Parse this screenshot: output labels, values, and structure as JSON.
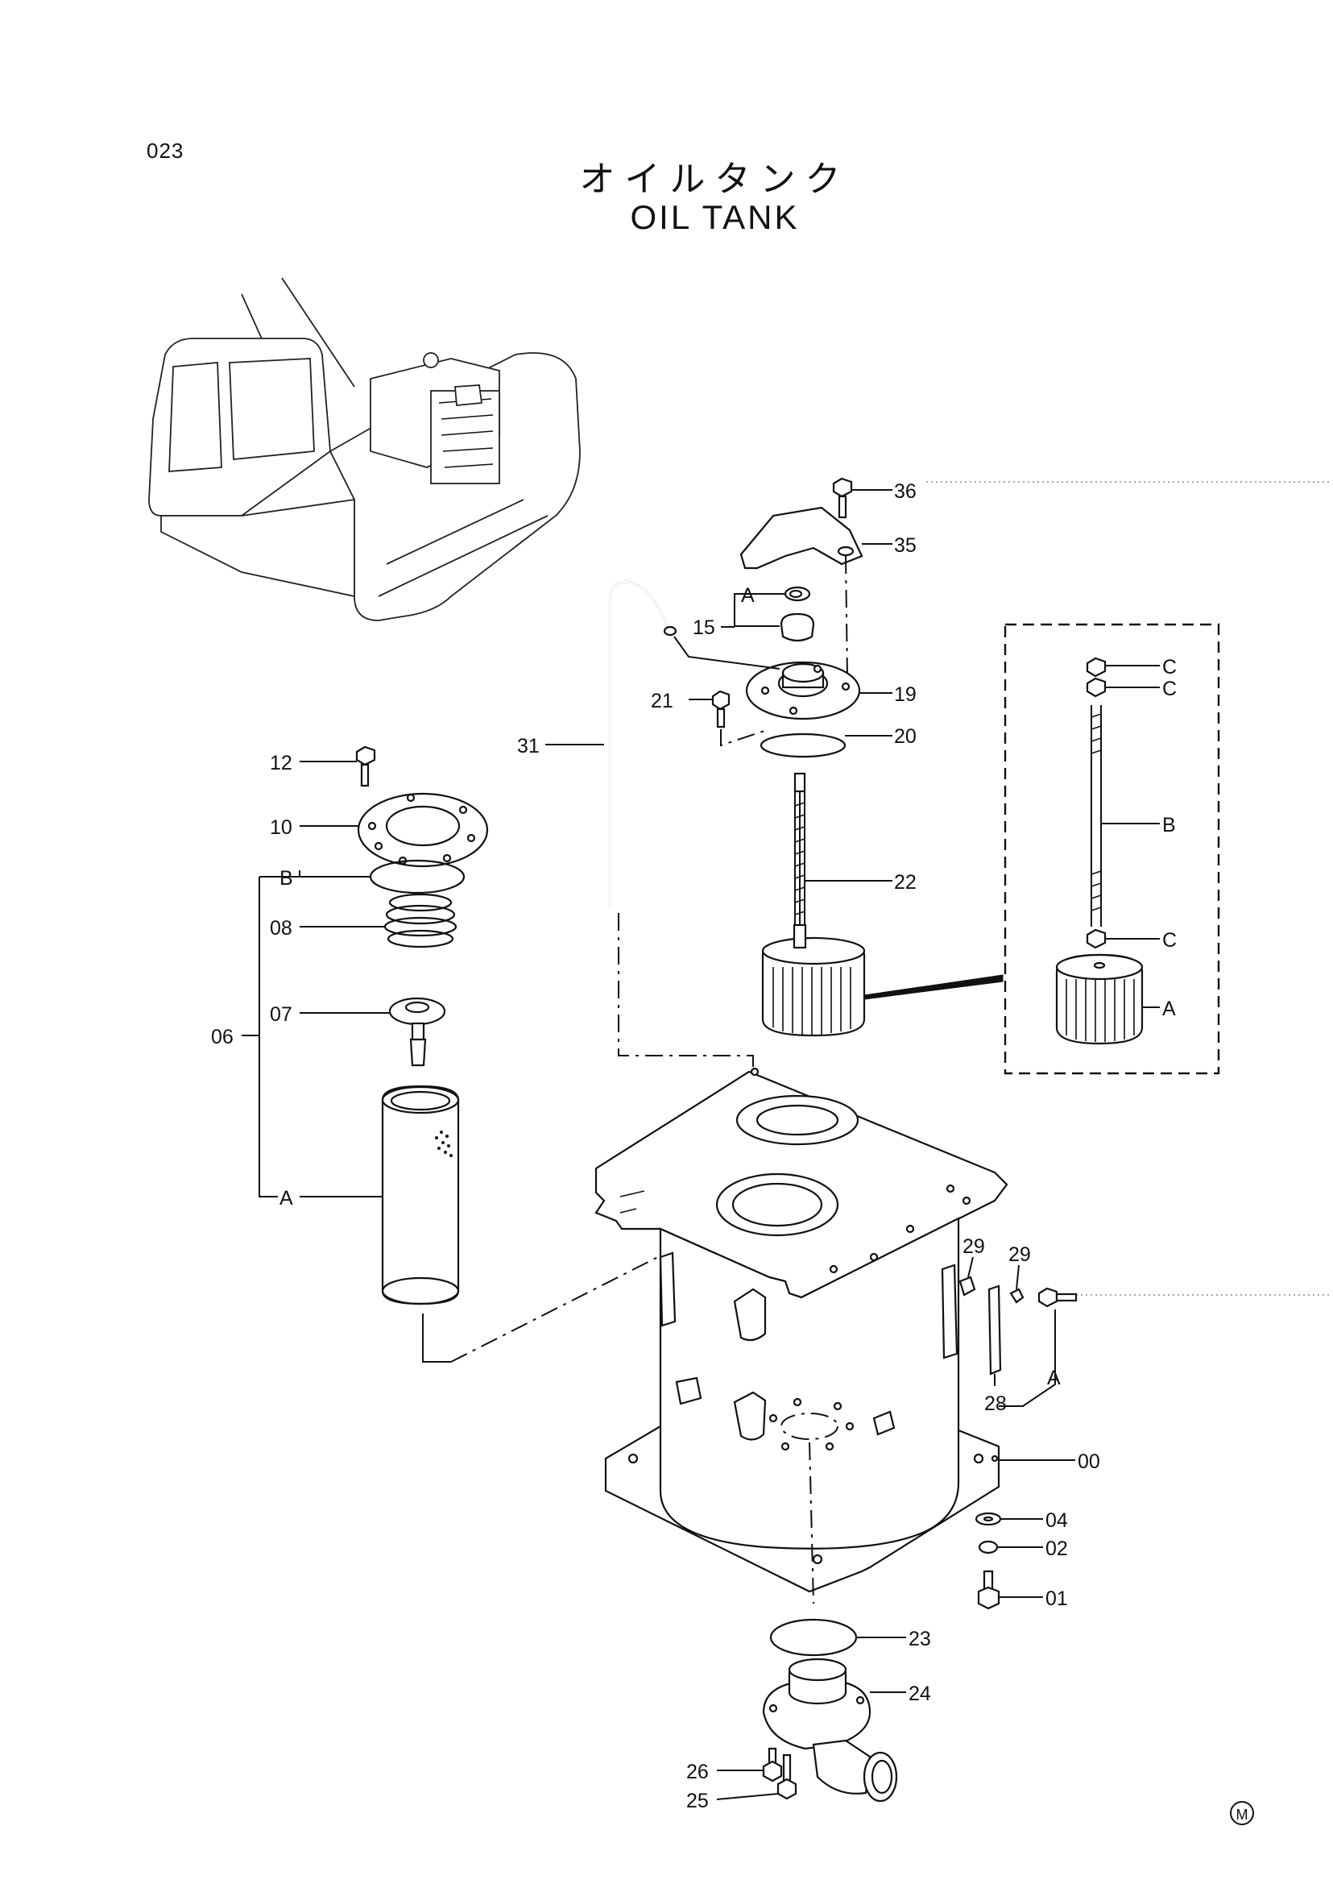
{
  "page": {
    "number": "023"
  },
  "title": {
    "japanese": "オイルタンク",
    "english": "OIL TANK"
  },
  "callouts": {
    "c36": "36",
    "c35": "35",
    "c15": "15",
    "c15a": "A",
    "c21": "21",
    "c19": "19",
    "c20": "20",
    "c31": "31",
    "c22": "22",
    "c12": "12",
    "c10": "10",
    "c06": "06",
    "c06b": "B",
    "c08": "08",
    "c07": "07",
    "c06a": "A",
    "c29a": "29",
    "c29b": "29",
    "c28": "28",
    "c28a": "A",
    "c00": "00",
    "c04": "04",
    "c02": "02",
    "c01": "01",
    "c23": "23",
    "c24": "24",
    "c26": "26",
    "c25": "25"
  },
  "detail_box": {
    "c1": "C",
    "c2": "C",
    "b": "B",
    "c3": "C",
    "a": "A"
  },
  "marks": {
    "corner": "M"
  }
}
